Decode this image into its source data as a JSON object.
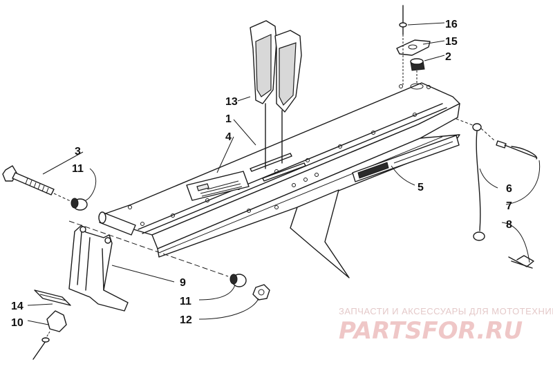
{
  "diagram": {
    "callouts": {
      "c1": "1",
      "c2": "2",
      "c3": "3",
      "c4": "4",
      "c5": "5",
      "c6": "6",
      "c7": "7",
      "c8": "8",
      "c9": "9",
      "c10": "10",
      "c11a": "11",
      "c11b": "11",
      "c12": "12",
      "c13": "13",
      "c14": "14",
      "c15": "15",
      "c16": "16"
    }
  },
  "watermark": {
    "tagline": "ЗАПЧАСТИ И АКСЕССУАРЫ ДЛЯ МОТОТЕХНИКИ",
    "logo": "PARTSFOR.RU"
  }
}
